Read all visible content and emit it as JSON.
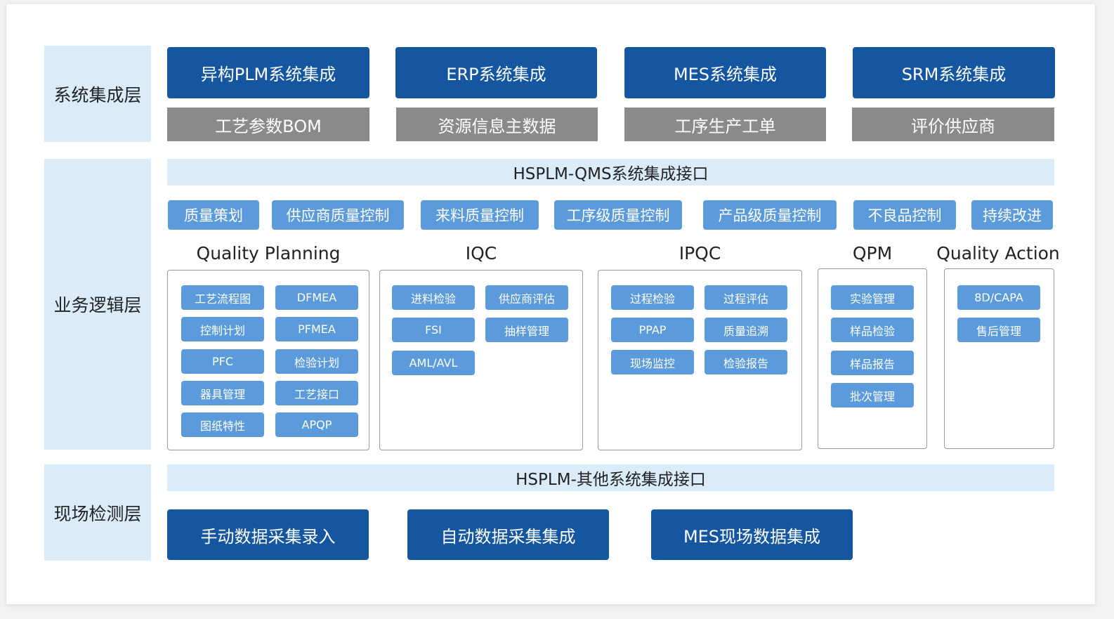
{
  "layers": {
    "integration": "系统集成层",
    "business": "业务逻辑层",
    "field": "现场检测层"
  },
  "systems": [
    {
      "title": "异构PLM系统集成",
      "data": "工艺参数BOM"
    },
    {
      "title": "ERP系统集成",
      "data": "资源信息主数据"
    },
    {
      "title": "MES系统集成",
      "data": "工序生产工单"
    },
    {
      "title": "SRM系统集成",
      "data": "评价供应商"
    }
  ],
  "qms_interface": "HSPLM-QMS系统集成接口",
  "categories": [
    "质量策划",
    "供应商质量控制",
    "来料质量控制",
    "工序级质量控制",
    "产品级质量控制",
    "不良品控制",
    "持续改进"
  ],
  "modules": [
    {
      "title": "Quality Planning",
      "items": [
        "工艺流程图",
        "DFMEA",
        "控制计划",
        "PFMEA",
        "PFC",
        "检验计划",
        "器具管理",
        "工艺接口",
        "图纸特性",
        "APQP"
      ]
    },
    {
      "title": "IQC",
      "items": [
        "进料检验",
        "供应商评估",
        "FSI",
        "抽样管理",
        "AML/AVL"
      ]
    },
    {
      "title": "IPQC",
      "items": [
        "过程检验",
        "过程评估",
        "PPAP",
        "质量追溯",
        "现场监控",
        "检验报告"
      ]
    },
    {
      "title": "QPM",
      "items": [
        "实验管理",
        "样品检验",
        "样品报告",
        "批次管理"
      ]
    },
    {
      "title": "Quality Action",
      "items": [
        "8D/CAPA",
        "售后管理"
      ]
    }
  ],
  "other_interface": "HSPLM-其他系统集成接口",
  "field_items": [
    "手动数据采集录入",
    "自动数据采集集成",
    "MES现场数据集成"
  ]
}
